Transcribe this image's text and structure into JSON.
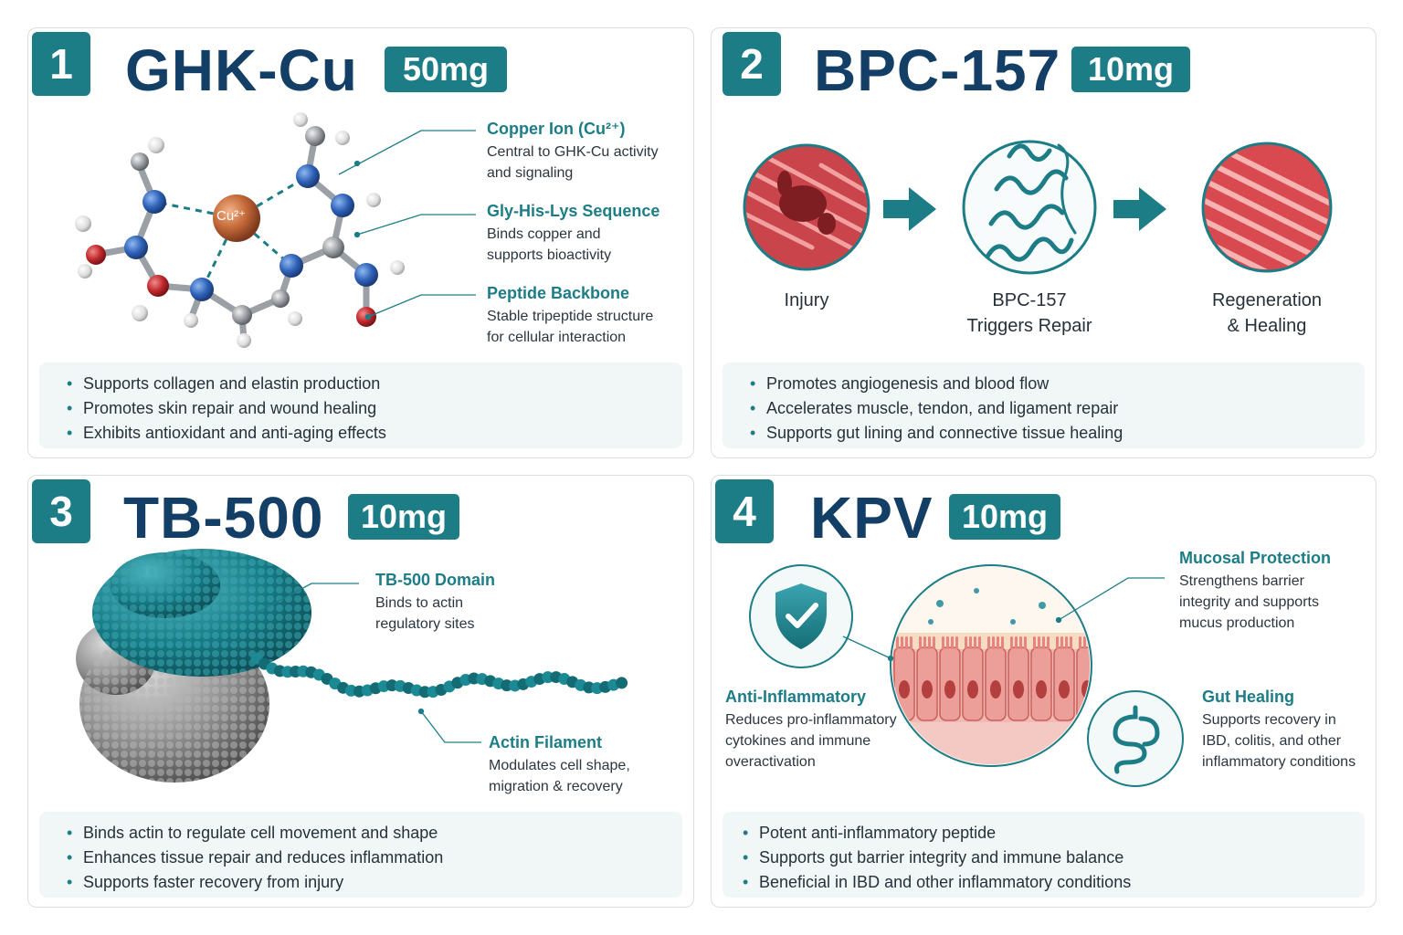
{
  "cards": [
    {
      "number": "1",
      "title": "GHK-Cu",
      "dose": "50mg",
      "molecule_center_label": "Cu²⁺",
      "labels": [
        {
          "title": "Copper Ion (Cu²⁺)",
          "desc_lines": [
            "Central to GHK-Cu activity",
            "and signaling"
          ]
        },
        {
          "title": "Gly-His-Lys Sequence",
          "desc_lines": [
            "Binds copper and",
            "supports bioactivity"
          ]
        },
        {
          "title": "Peptide Backbone",
          "desc_lines": [
            "Stable tripeptide structure",
            "for cellular interaction"
          ]
        }
      ],
      "bullets": [
        "Supports collagen and elastin production",
        "Promotes skin repair and wound healing",
        "Exhibits antioxidant and anti-aging effects"
      ]
    },
    {
      "number": "2",
      "title": "BPC-157",
      "dose": "10mg",
      "steps": [
        {
          "lines": [
            "Injury"
          ]
        },
        {
          "lines": [
            "BPC-157",
            "Triggers Repair"
          ]
        },
        {
          "lines": [
            "Regeneration",
            "& Healing"
          ]
        }
      ],
      "bullets": [
        "Promotes angiogenesis and blood flow",
        "Accelerates muscle, tendon, and ligament repair",
        "Supports gut lining and connective tissue healing"
      ]
    },
    {
      "number": "3",
      "title": "TB-500",
      "dose": "10mg",
      "labels": [
        {
          "title": "TB-500 Domain",
          "desc_lines": [
            "Binds to actin",
            "regulatory sites"
          ]
        },
        {
          "title": "Actin Filament",
          "desc_lines": [
            "Modulates cell shape,",
            "migration & recovery"
          ]
        }
      ],
      "bullets": [
        "Binds actin to regulate cell movement and shape",
        "Enhances tissue repair and reduces inflammation",
        "Supports faster recovery from injury"
      ]
    },
    {
      "number": "4",
      "title": "KPV",
      "dose": "10mg",
      "labels": [
        {
          "title": "Mucosal Protection",
          "desc_lines": [
            "Strengthens barrier",
            "integrity and supports",
            "mucus production"
          ]
        },
        {
          "title": "Anti-Inflammatory",
          "desc_lines": [
            "Reduces pro-inflammatory",
            "cytokines and immune",
            "overactivation"
          ]
        },
        {
          "title": "Gut Healing",
          "desc_lines": [
            "Supports recovery in",
            "IBD, colitis, and other",
            "inflammatory conditions"
          ]
        }
      ],
      "bullets": [
        "Potent anti-inflammatory peptide",
        "Supports gut barrier integrity and immune balance",
        "Beneficial in IBD and other inflammatory conditions"
      ]
    }
  ],
  "colors": {
    "teal": "#1d7d86",
    "navy": "#133f66",
    "tissue_red": "#c94a4f",
    "tissue_pink": "#f2b8b3"
  }
}
